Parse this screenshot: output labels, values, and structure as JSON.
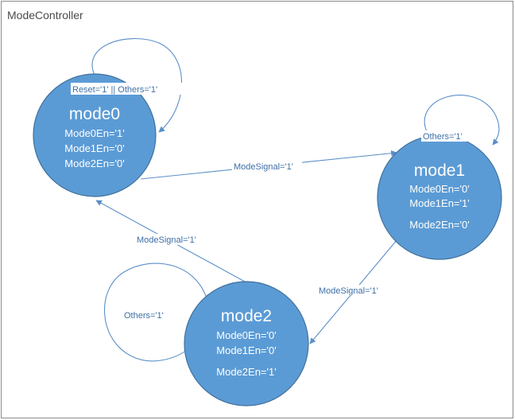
{
  "title": "ModeController",
  "states": [
    {
      "id": "mode0",
      "name": "mode0",
      "outputs": [
        "Mode0En='1'",
        "Mode1En='0'",
        "Mode2En='0'"
      ]
    },
    {
      "id": "mode1",
      "name": "mode1",
      "outputs": [
        "Mode0En='0'",
        "Mode1En='1'",
        "Mode2En='0'"
      ]
    },
    {
      "id": "mode2",
      "name": "mode2",
      "outputs": [
        "Mode0En='0'",
        "Mode1En='0'",
        "Mode2En='1'"
      ]
    }
  ],
  "transitions": [
    {
      "from": "mode0",
      "to": "mode0",
      "label": "Reset='1' || Others='1'"
    },
    {
      "from": "mode1",
      "to": "mode1",
      "label": "Others='1'"
    },
    {
      "from": "mode2",
      "to": "mode2",
      "label": "Others='1'"
    },
    {
      "from": "mode0",
      "to": "mode1",
      "label": "ModeSignal='1'"
    },
    {
      "from": "mode1",
      "to": "mode2",
      "label": "ModeSignal='1'"
    },
    {
      "from": "mode2",
      "to": "mode0",
      "label": "ModeSignal='1'"
    }
  ],
  "colors": {
    "state_fill": "#5b9bd5",
    "state_stroke": "#41719c",
    "edge": "#5b8fc8",
    "edge_label": "#3d6fa6",
    "frame": "#8a8a8a"
  }
}
